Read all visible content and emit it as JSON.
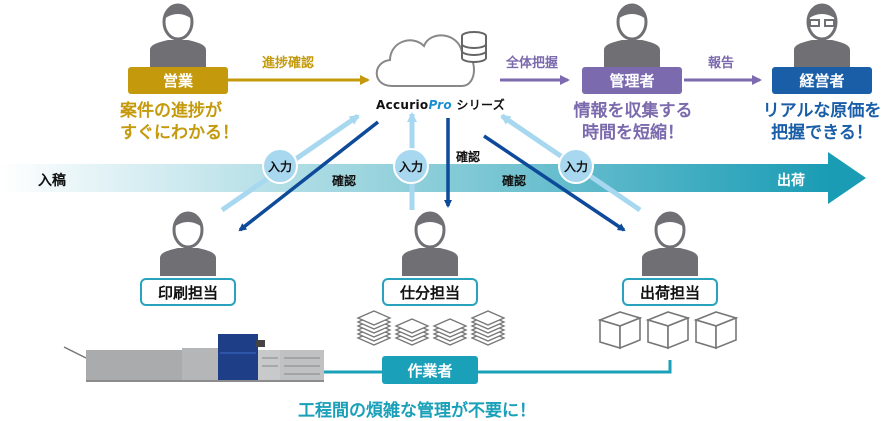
{
  "flow": {
    "start_label": "入稿",
    "end_label": "出荷"
  },
  "cloud": {
    "brand_main": "Accurio",
    "brand_accent": "Pro",
    "series_suffix": " シリーズ"
  },
  "top_roles": [
    {
      "id": "sales",
      "label": "営業",
      "color": "#c49a0c",
      "benefit": [
        "案件の進捗が",
        "すぐにわかる！"
      ],
      "benefit_color": "#c49a0c",
      "avatar": "male-suit"
    },
    {
      "id": "manager",
      "label": "管理者",
      "color": "#7b6aad",
      "benefit": [
        "情報を収集する",
        "時間を短縮！"
      ],
      "benefit_color": "#7b6aad",
      "avatar": "female-suit"
    },
    {
      "id": "executive",
      "label": "経営者",
      "color": "#1a5ea8",
      "benefit": [
        "リアルな原価を",
        "把握できる！"
      ],
      "benefit_color": "#1a5ea8",
      "avatar": "male-glasses"
    }
  ],
  "top_arrows": [
    {
      "label": "進捗確認",
      "color": "#c49a0c"
    },
    {
      "label": "全体把握",
      "color": "#7b6aad"
    },
    {
      "label": "報告",
      "color": "#7b6aad"
    }
  ],
  "workers": [
    {
      "id": "print",
      "label": "印刷担当",
      "equipment": "production-printer"
    },
    {
      "id": "sort",
      "label": "仕分担当",
      "equipment": "paper-stacks"
    },
    {
      "id": "ship",
      "label": "出荷担当",
      "equipment": "boxes"
    }
  ],
  "connections": {
    "input_label": "入力",
    "confirm_label": "確認",
    "input_color": "#a8d8ef",
    "confirm_color": "#0d4a9a"
  },
  "worker_group": {
    "label": "作業者",
    "color": "#1aa0b8"
  },
  "footer": {
    "text": "工程間の煩雑な管理が不要に！",
    "color": "#1aa0b8"
  }
}
